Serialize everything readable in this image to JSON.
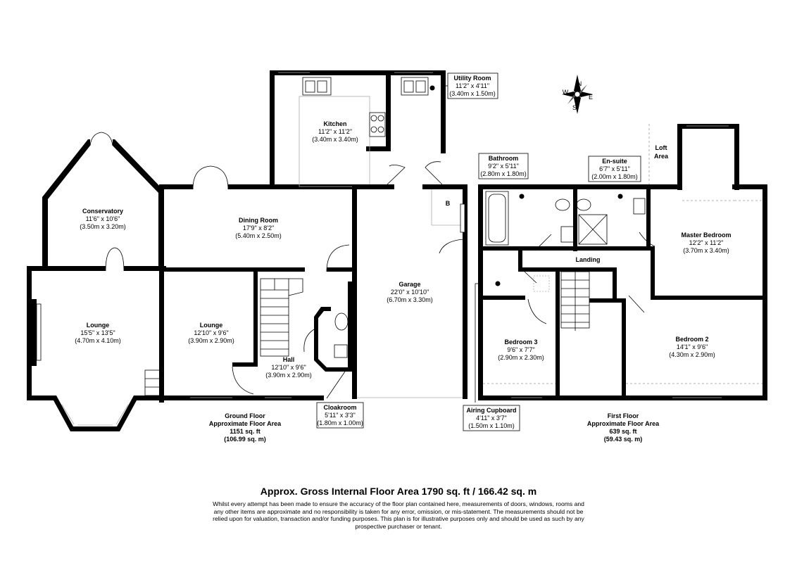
{
  "rooms": {
    "kitchen": {
      "name": "Kitchen",
      "imperial": "11'2\" x 11'2\"",
      "metric": "(3.40m x 3.40m)"
    },
    "utility": {
      "name": "Utility Room",
      "imperial": "11'2\" x 4'11\"",
      "metric": "(3.40m x 1.50m)"
    },
    "conservatory": {
      "name": "Conservatory",
      "imperial": "11'6\" x 10'6\"",
      "metric": "(3.50m x 3.20m)"
    },
    "dining": {
      "name": "Dining Room",
      "imperial": "17'9\" x 8'2\"",
      "metric": "(5.40m x 2.50m)"
    },
    "lounge1": {
      "name": "Lounge",
      "imperial": "15'5\" x 13'5\"",
      "metric": "(4.70m x 4.10m)"
    },
    "lounge2": {
      "name": "Lounge",
      "imperial": "12'10\" x 9'6\"",
      "metric": "(3.90m x 2.90m)"
    },
    "hall": {
      "name": "Hall",
      "imperial": "12'10\" x 9'6\"",
      "metric": "(3.90m x 2.90m)"
    },
    "cloakroom": {
      "name": "Cloakroom",
      "imperial": "5'11\" x 3'3\"",
      "metric": "(1.80m x 1.00m)"
    },
    "garage": {
      "name": "Garage",
      "imperial": "22'0\" x 10'10\"",
      "metric": "(6.70m x 3.30m)"
    },
    "bathroom": {
      "name": "Bathroom",
      "imperial": "9'2\" x 5'11\"",
      "metric": "(2.80m x 1.80m)"
    },
    "ensuite": {
      "name": "En-suite",
      "imperial": "6'7\" x 5'11\"",
      "metric": "(2.00m x 1.80m)"
    },
    "loft": {
      "name1": "Loft",
      "name2": "Area"
    },
    "master": {
      "name": "Master Bedroom",
      "imperial": "12'2\" x 11'2\"",
      "metric": "(3.70m x 3.40m)"
    },
    "landing": {
      "name": "Landing"
    },
    "bedroom3": {
      "name": "Bedroom 3",
      "imperial": "9'6\" x 7'7\"",
      "metric": "(2.90m x 2.30m)"
    },
    "bedroom2": {
      "name": "Bedroom 2",
      "imperial": "14'1\" x 9'6\"",
      "metric": "(4.30m x 2.90m)"
    },
    "airing": {
      "name": "Airing Cupboard",
      "imperial": "4'11\" x 3'7\"",
      "metric": "(1.50m x 1.10m)"
    }
  },
  "boiler_label": "B",
  "compass": {
    "n": "N",
    "e": "E",
    "s": "S",
    "w": "W"
  },
  "floors": {
    "ground": {
      "line1": "Ground Floor",
      "line2": "Approximate Floor Area",
      "line3": "1151 sq. ft",
      "line4": "(106.99 sq. m)"
    },
    "first": {
      "line1": "First Floor",
      "line2": "Approximate Floor Area",
      "line3": "639 sq. ft",
      "line4": "(59.43 sq. m)"
    }
  },
  "footer": {
    "title": "Approx. Gross Internal Floor Area 1790 sq. ft / 166.42 sq. m",
    "disclaimer": "Whilst every attempt has been made to ensure the accuracy of the floor plan contained here, measurements of doors, windows, rooms and any other items are approximate and no responsibility is taken for any error, omission, or mis-statement. The measurements should not be relied upon for valuation, transaction and/or funding purposes. This plan is for illustrative purposes only and should be used as such by any prospective purchaser or tenant."
  }
}
